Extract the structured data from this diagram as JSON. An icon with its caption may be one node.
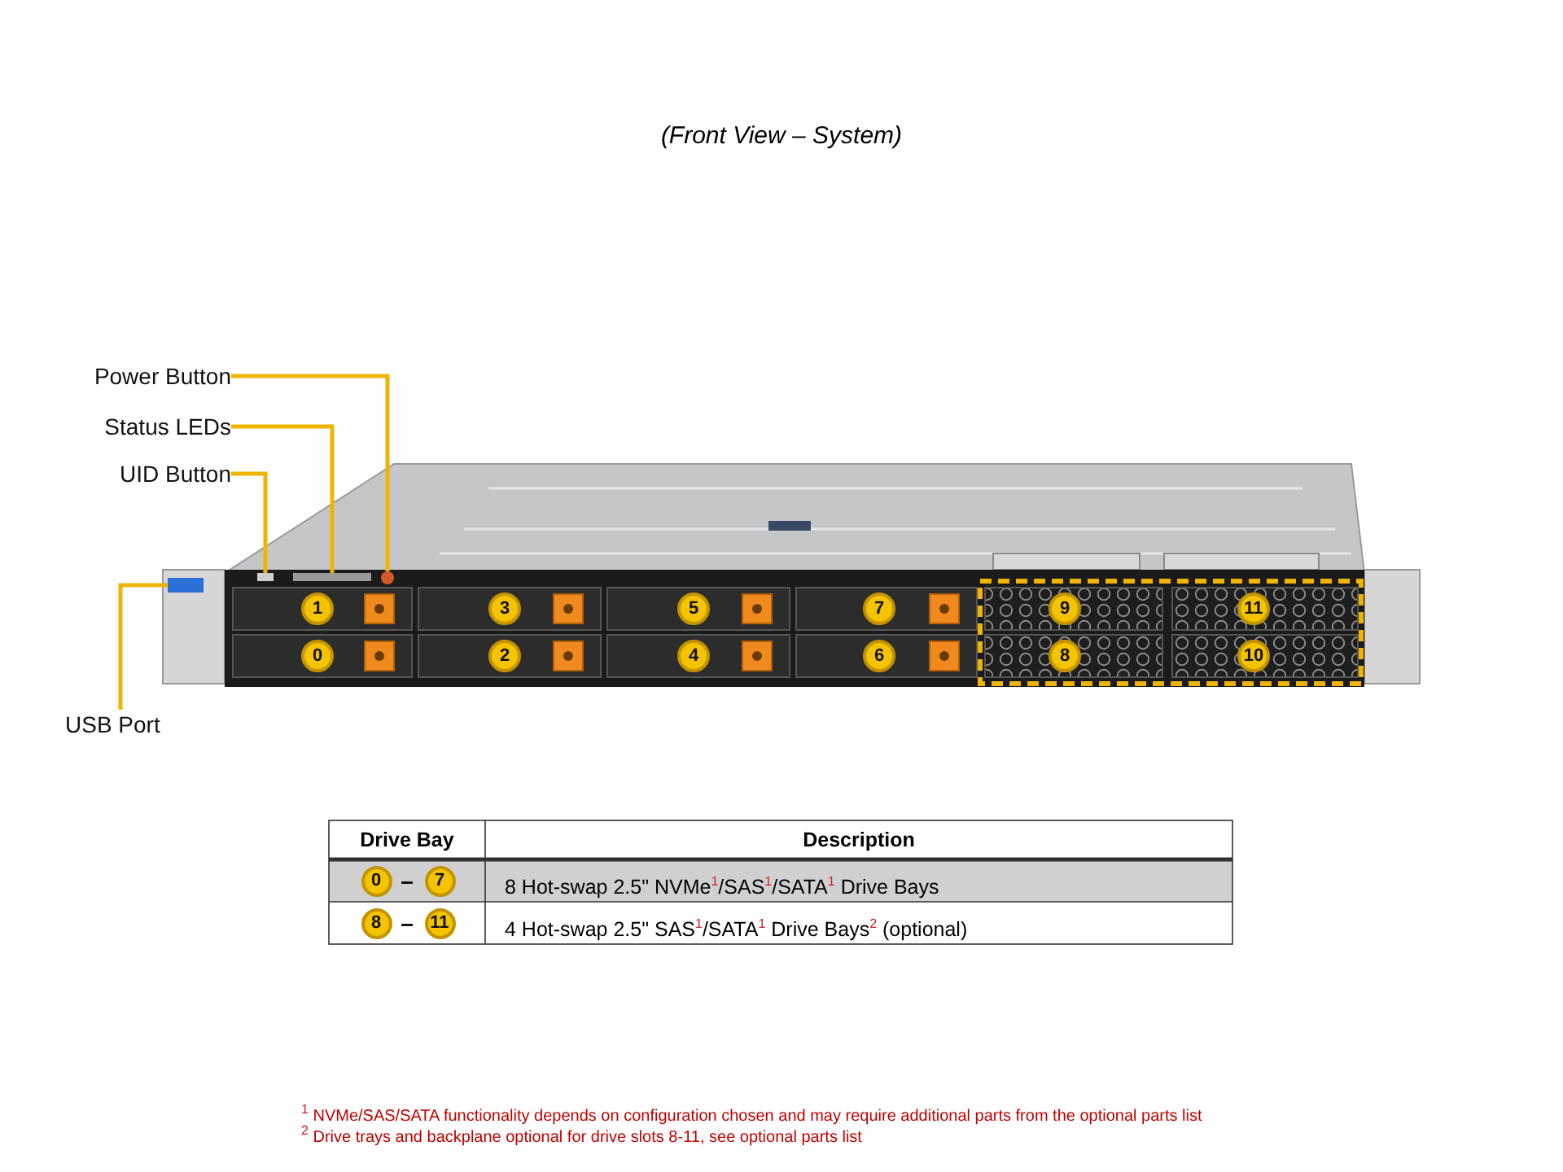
{
  "diagram": {
    "title": "(Front View – System)",
    "nodes": [
      {
        "text": [
          "Power Button"
        ]
      },
      {
        "text": [
          "Status LEDs"
        ]
      },
      {
        "text": [
          "UID Button"
        ]
      },
      {
        "text": [
          "USB Port"
        ]
      },
      {
        "text": [],
        "shape": "circle"
      },
      {
        "text": [],
        "shape": "box"
      },
      {
        "text": [],
        "shape": "box"
      },
      {
        "text": [],
        "shape": "box"
      }
    ],
    "edges": [
      {
        "from": 0,
        "to": 4,
        "arrow": "none"
      },
      {
        "from": 1,
        "to": 5,
        "arrow": "none"
      },
      {
        "from": 2,
        "to": 6,
        "arrow": "none"
      },
      {
        "from": 3,
        "to": 7,
        "arrow": "none"
      }
    ],
    "labels": [
      "1",
      "3",
      "5",
      "7",
      "9",
      "11",
      "0",
      "2",
      "4",
      "6",
      "8",
      "10",
      "Drive Bay",
      "Description",
      "0",
      "–",
      "7",
      "8 Hot-swap 2.5\" NVMe$^{1}$/SAS$^{1}$/SATA$^{1}$ Drive Bays",
      "8",
      "–",
      "11",
      "4 Hot-swap 2.5\" SAS$^{1}$/SATA$^{1}$ Drive Bays$^{2}$ (optional)",
      "$^{1}$ NVMe/SAS/SATA functionality depends on configuration chosen and may require additional parts from the optional parts list",
      "$^{2}$ Drive trays and backplane optional for drive slots 8-11, see optional parts list"
    ]
  }
}
